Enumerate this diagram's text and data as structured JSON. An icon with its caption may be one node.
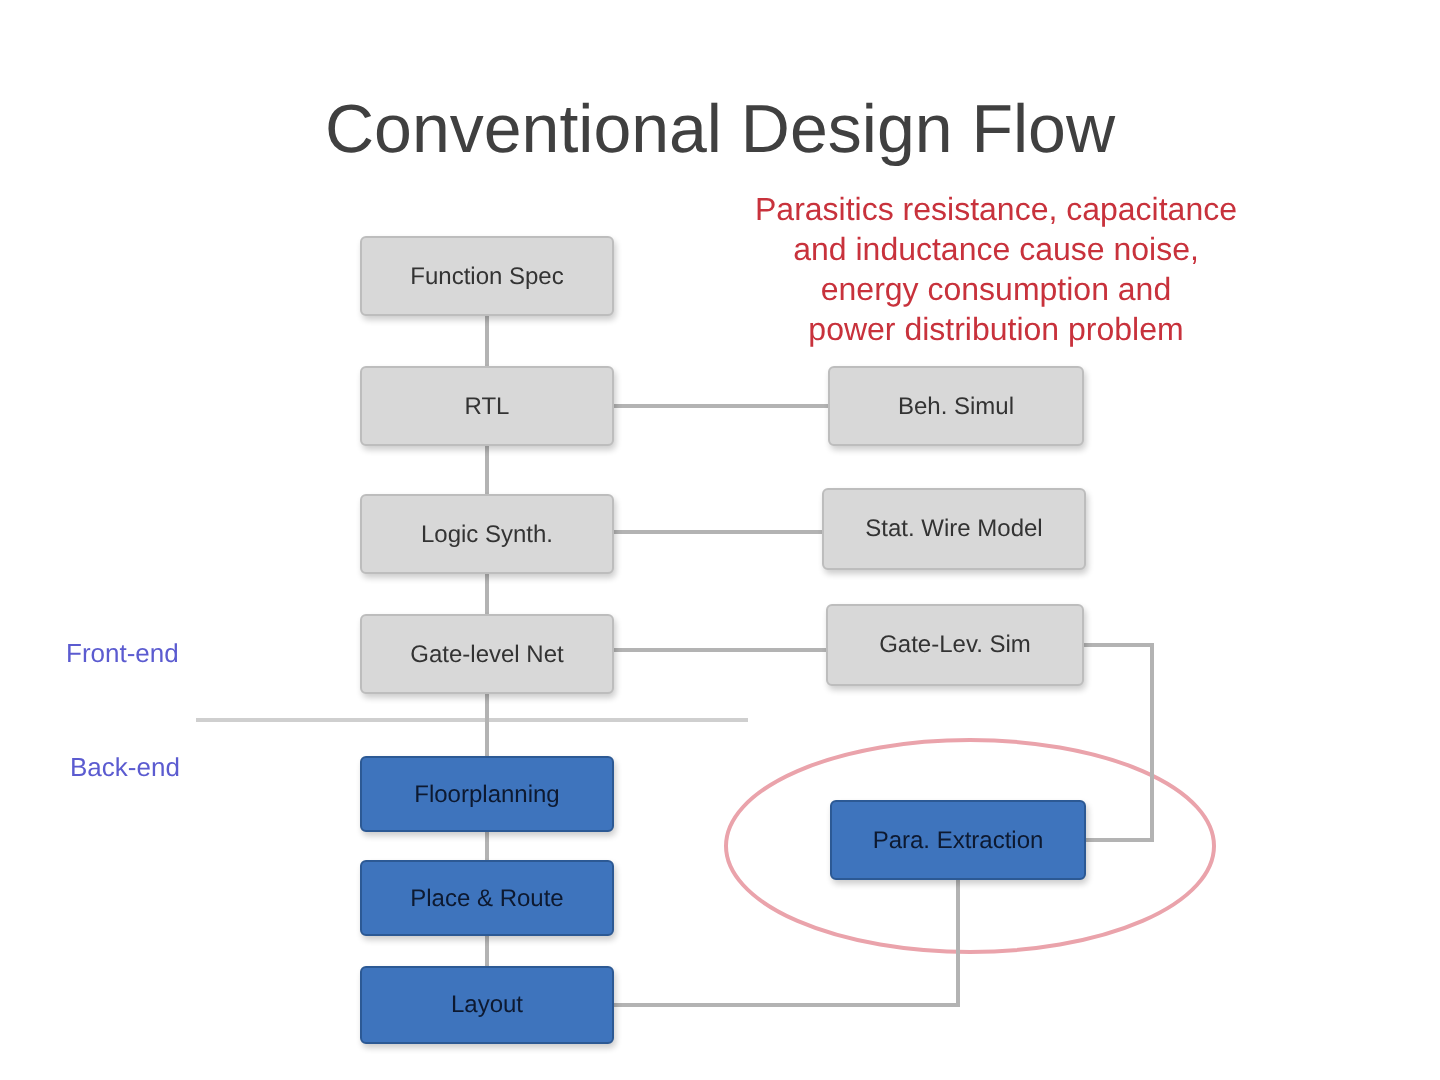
{
  "diagram": {
    "title": "Conventional Design Flow",
    "nodes": [
      {
        "text": [
          "Function Spec"
        ]
      },
      {
        "text": [
          "RTL"
        ]
      },
      {
        "text": [
          "Logic Synth."
        ]
      },
      {
        "text": [
          "Gate-level Net"
        ]
      },
      {
        "text": [
          "Floorplanning"
        ]
      },
      {
        "text": [
          "Place & Route"
        ]
      },
      {
        "text": [
          "Layout"
        ]
      },
      {
        "text": [
          "Beh. Simul"
        ]
      },
      {
        "text": [
          "Stat. Wire Model"
        ]
      },
      {
        "text": [
          "Gate-Lev. Sim"
        ]
      },
      {
        "text": [
          "Para. Extraction"
        ]
      }
    ],
    "edges": [
      {
        "from": 0,
        "to": 1,
        "arrow": "none"
      },
      {
        "from": 1,
        "to": 2,
        "arrow": "none"
      },
      {
        "from": 2,
        "to": 3,
        "arrow": "none"
      },
      {
        "from": 3,
        "to": 4,
        "arrow": "none"
      },
      {
        "from": 4,
        "to": 5,
        "arrow": "none"
      },
      {
        "from": 5,
        "to": 6,
        "arrow": "none"
      },
      {
        "from": 1,
        "to": 7,
        "arrow": "none"
      },
      {
        "from": 2,
        "to": 8,
        "arrow": "none"
      },
      {
        "from": 3,
        "to": 9,
        "arrow": "none"
      },
      {
        "from": 9,
        "to": 10,
        "arrow": "none"
      },
      {
        "from": 6,
        "to": 10,
        "arrow": "none"
      }
    ],
    "labels": [
      "Parasitics resistance, capacitance and inductance cause noise, energy consumption and power distribution problem",
      "Front-end",
      "Back-end"
    ]
  }
}
